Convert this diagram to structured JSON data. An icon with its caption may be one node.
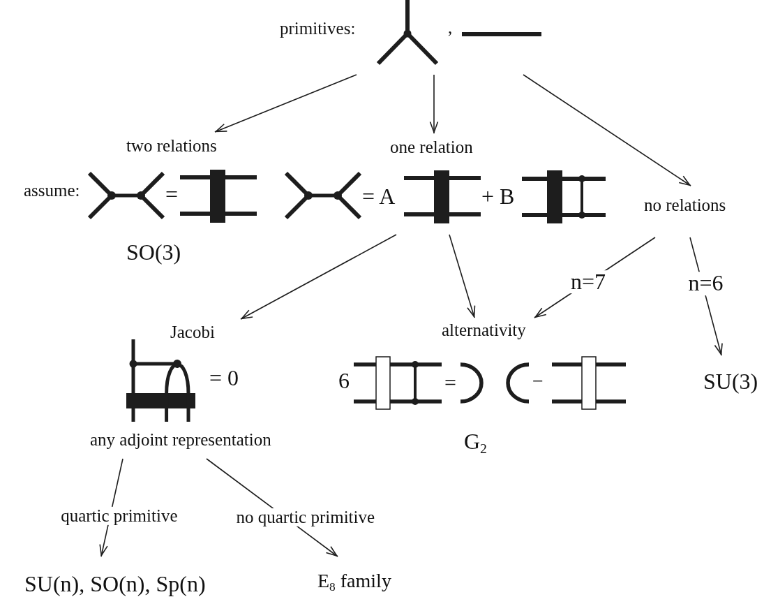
{
  "diagram": {
    "nodes": [
      {
        "text": [
          "primitives:",
          ","
        ]
      },
      {
        "text": [
          "two relations",
          "="
        ],
        "beside": [
          "SO(3)"
        ]
      },
      {
        "text": [
          "one relation",
          "= A",
          "+ B"
        ]
      },
      {
        "text": [
          "no relations"
        ]
      },
      {
        "text": [
          "Jacobi",
          "= 0",
          "any adjoint representation"
        ]
      },
      {
        "text": [
          "alternativity",
          "6",
          "=",
          "−"
        ],
        "beside": [
          "G$_{2}$"
        ]
      },
      {
        "text": [
          "SU(3)"
        ]
      },
      {
        "text": [
          "SU(n), SO(n), Sp(n)"
        ]
      },
      {
        "text": [
          "E$_{8}$ family"
        ]
      }
    ],
    "edges": [
      {
        "from": 0,
        "to": 1,
        "arrow": "to"
      },
      {
        "from": 0,
        "to": 2,
        "arrow": "to"
      },
      {
        "from": 0,
        "to": 3,
        "arrow": "to"
      },
      {
        "from": 2,
        "to": 4,
        "arrow": "to"
      },
      {
        "from": 2,
        "to": 5,
        "arrow": "to"
      },
      {
        "from": 3,
        "to": 5,
        "arrow": "to",
        "label": "n=7"
      },
      {
        "from": 3,
        "to": 6,
        "arrow": "to",
        "label": "n=6"
      },
      {
        "from": 4,
        "to": 7,
        "arrow": "to",
        "label": "quartic primitive"
      },
      {
        "from": 4,
        "to": 8,
        "arrow": "to",
        "label": "no quartic primitive"
      }
    ],
    "labels": [
      "assume:"
    ]
  }
}
